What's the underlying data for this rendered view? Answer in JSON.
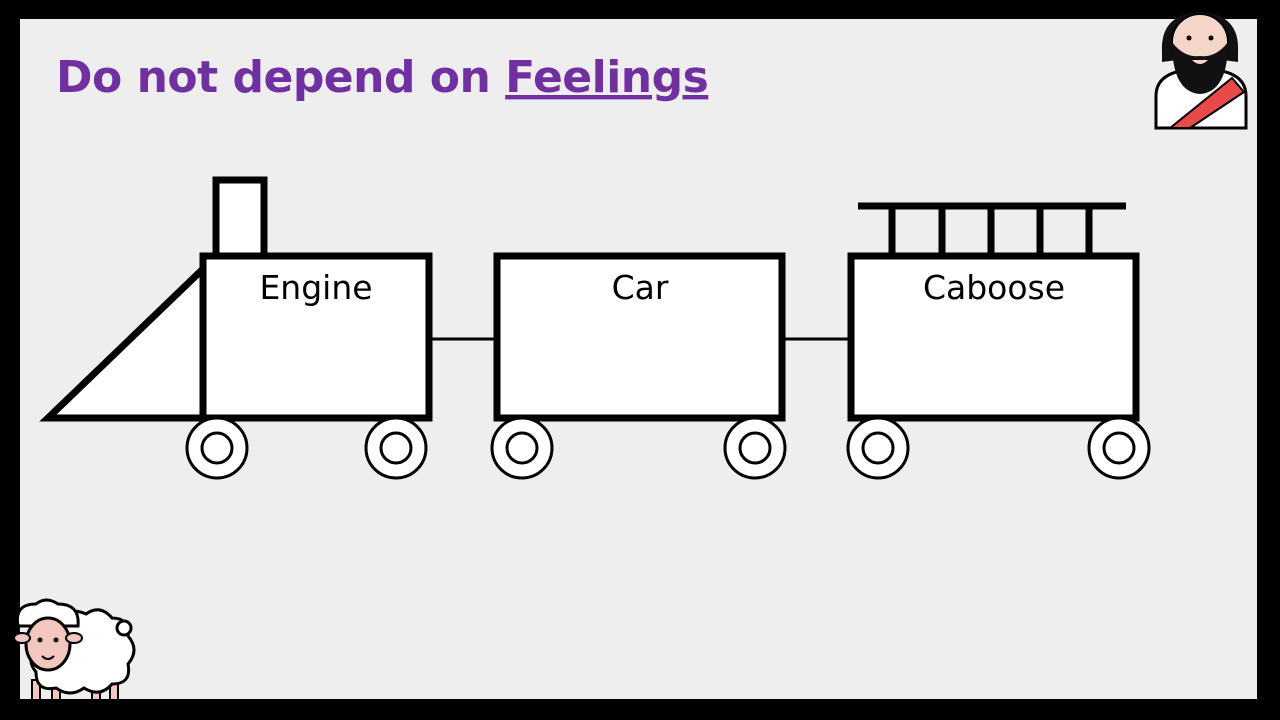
{
  "slide": {
    "title_prefix": "Do not depend on ",
    "title_emphasis": "Feelings"
  },
  "train": {
    "cars": [
      {
        "label": "Engine"
      },
      {
        "label": "Car"
      },
      {
        "label": "Caboose"
      }
    ]
  },
  "icons": {
    "top_right": "bearded-man-icon",
    "bottom_left": "sheep-icon"
  },
  "colors": {
    "title": "#7030a0",
    "background": "#eeeeee",
    "frame": "#000000",
    "sash": "#e84a4a"
  }
}
